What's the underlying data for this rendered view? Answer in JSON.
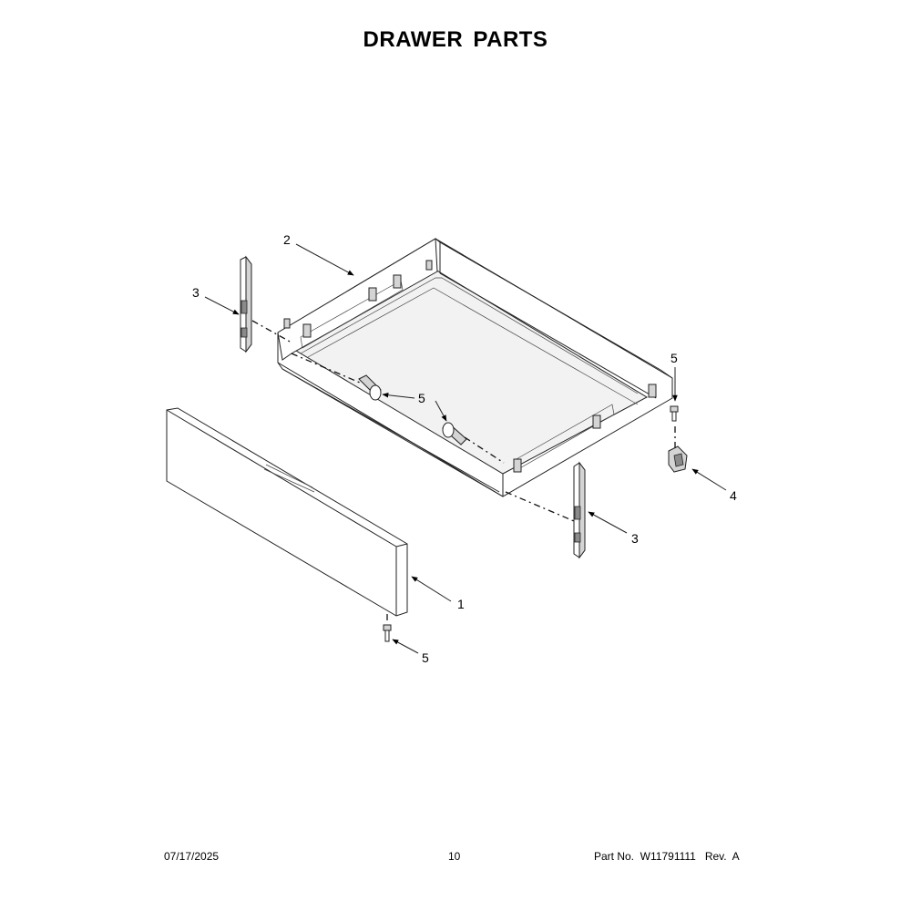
{
  "title": "DRAWER  PARTS",
  "callouts": {
    "c1": "1",
    "c2": "2",
    "c3_left": "3",
    "c3_right": "3",
    "c4": "4",
    "c5_center": "5",
    "c5_right": "5",
    "c5_bottom": "5"
  },
  "footer": {
    "date": "07/17/2025",
    "page": "10",
    "part": "Part No.  W11791111   Rev.  A"
  }
}
